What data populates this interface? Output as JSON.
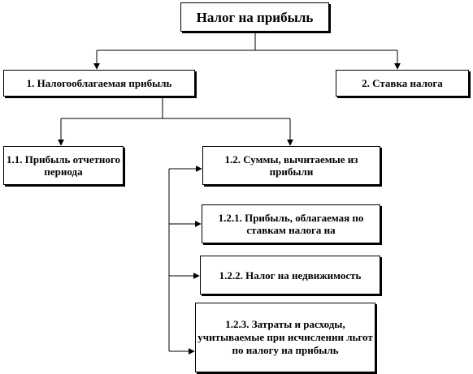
{
  "diagram": {
    "root": {
      "label": "Налог на прибыль"
    },
    "taxable_base": {
      "label": "1. Налогооблагаемая  прибыль"
    },
    "tax_rate": {
      "label": "2. Ставка налога"
    },
    "reporting_profit": {
      "label": "1.1. Прибыль отчетного периода"
    },
    "deductions": {
      "label": "1.2. Суммы, вычитаемые из прибыли"
    },
    "profit_taxed_at_rates": {
      "label": "1.2.1. Прибыль, облагаемая по ставкам  налога на"
    },
    "property_tax": {
      "label": "1.2.2. Налог на недвижимость"
    },
    "costs_and_expenses": {
      "label": "1.2.3. Затраты и расходы, учитываемые при исчислении льгот по налогу на прибыль"
    }
  }
}
